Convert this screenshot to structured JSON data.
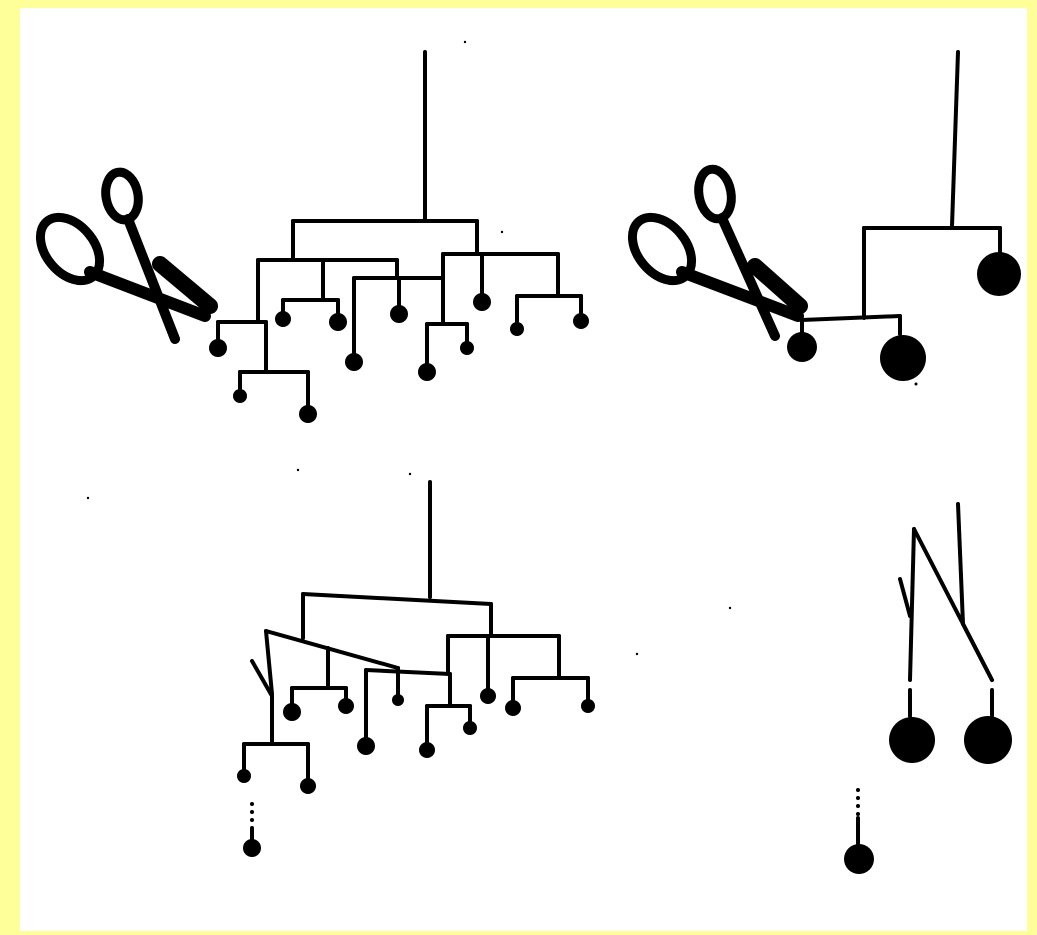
{
  "figure": {
    "panels": [
      {
        "id": "top-left",
        "description": ""
      },
      {
        "id": "top-right",
        "description": ""
      },
      {
        "id": "bottom-left",
        "description": ""
      },
      {
        "id": "bottom-right",
        "description": ""
      }
    ]
  },
  "colors": {
    "border": "#ffff99",
    "background": "#ffffff",
    "ink": "#000000"
  },
  "icons": [
    "scissors-icon",
    "scissors-icon"
  ]
}
